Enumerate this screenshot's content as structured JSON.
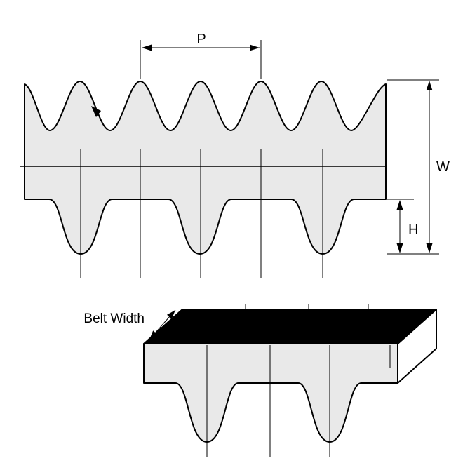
{
  "diagram": {
    "type": "timing-belt-technical-drawing",
    "labels": {
      "pitch": "P",
      "belt_thickness": "W",
      "tooth_height": "H",
      "belt_width": "Belt Width"
    },
    "colors": {
      "belt_fill": "#e9e9e9",
      "outline": "#000000",
      "top_face_fill": "#000000",
      "end_face_fill": "#ffffff",
      "background": "#ffffff"
    }
  }
}
